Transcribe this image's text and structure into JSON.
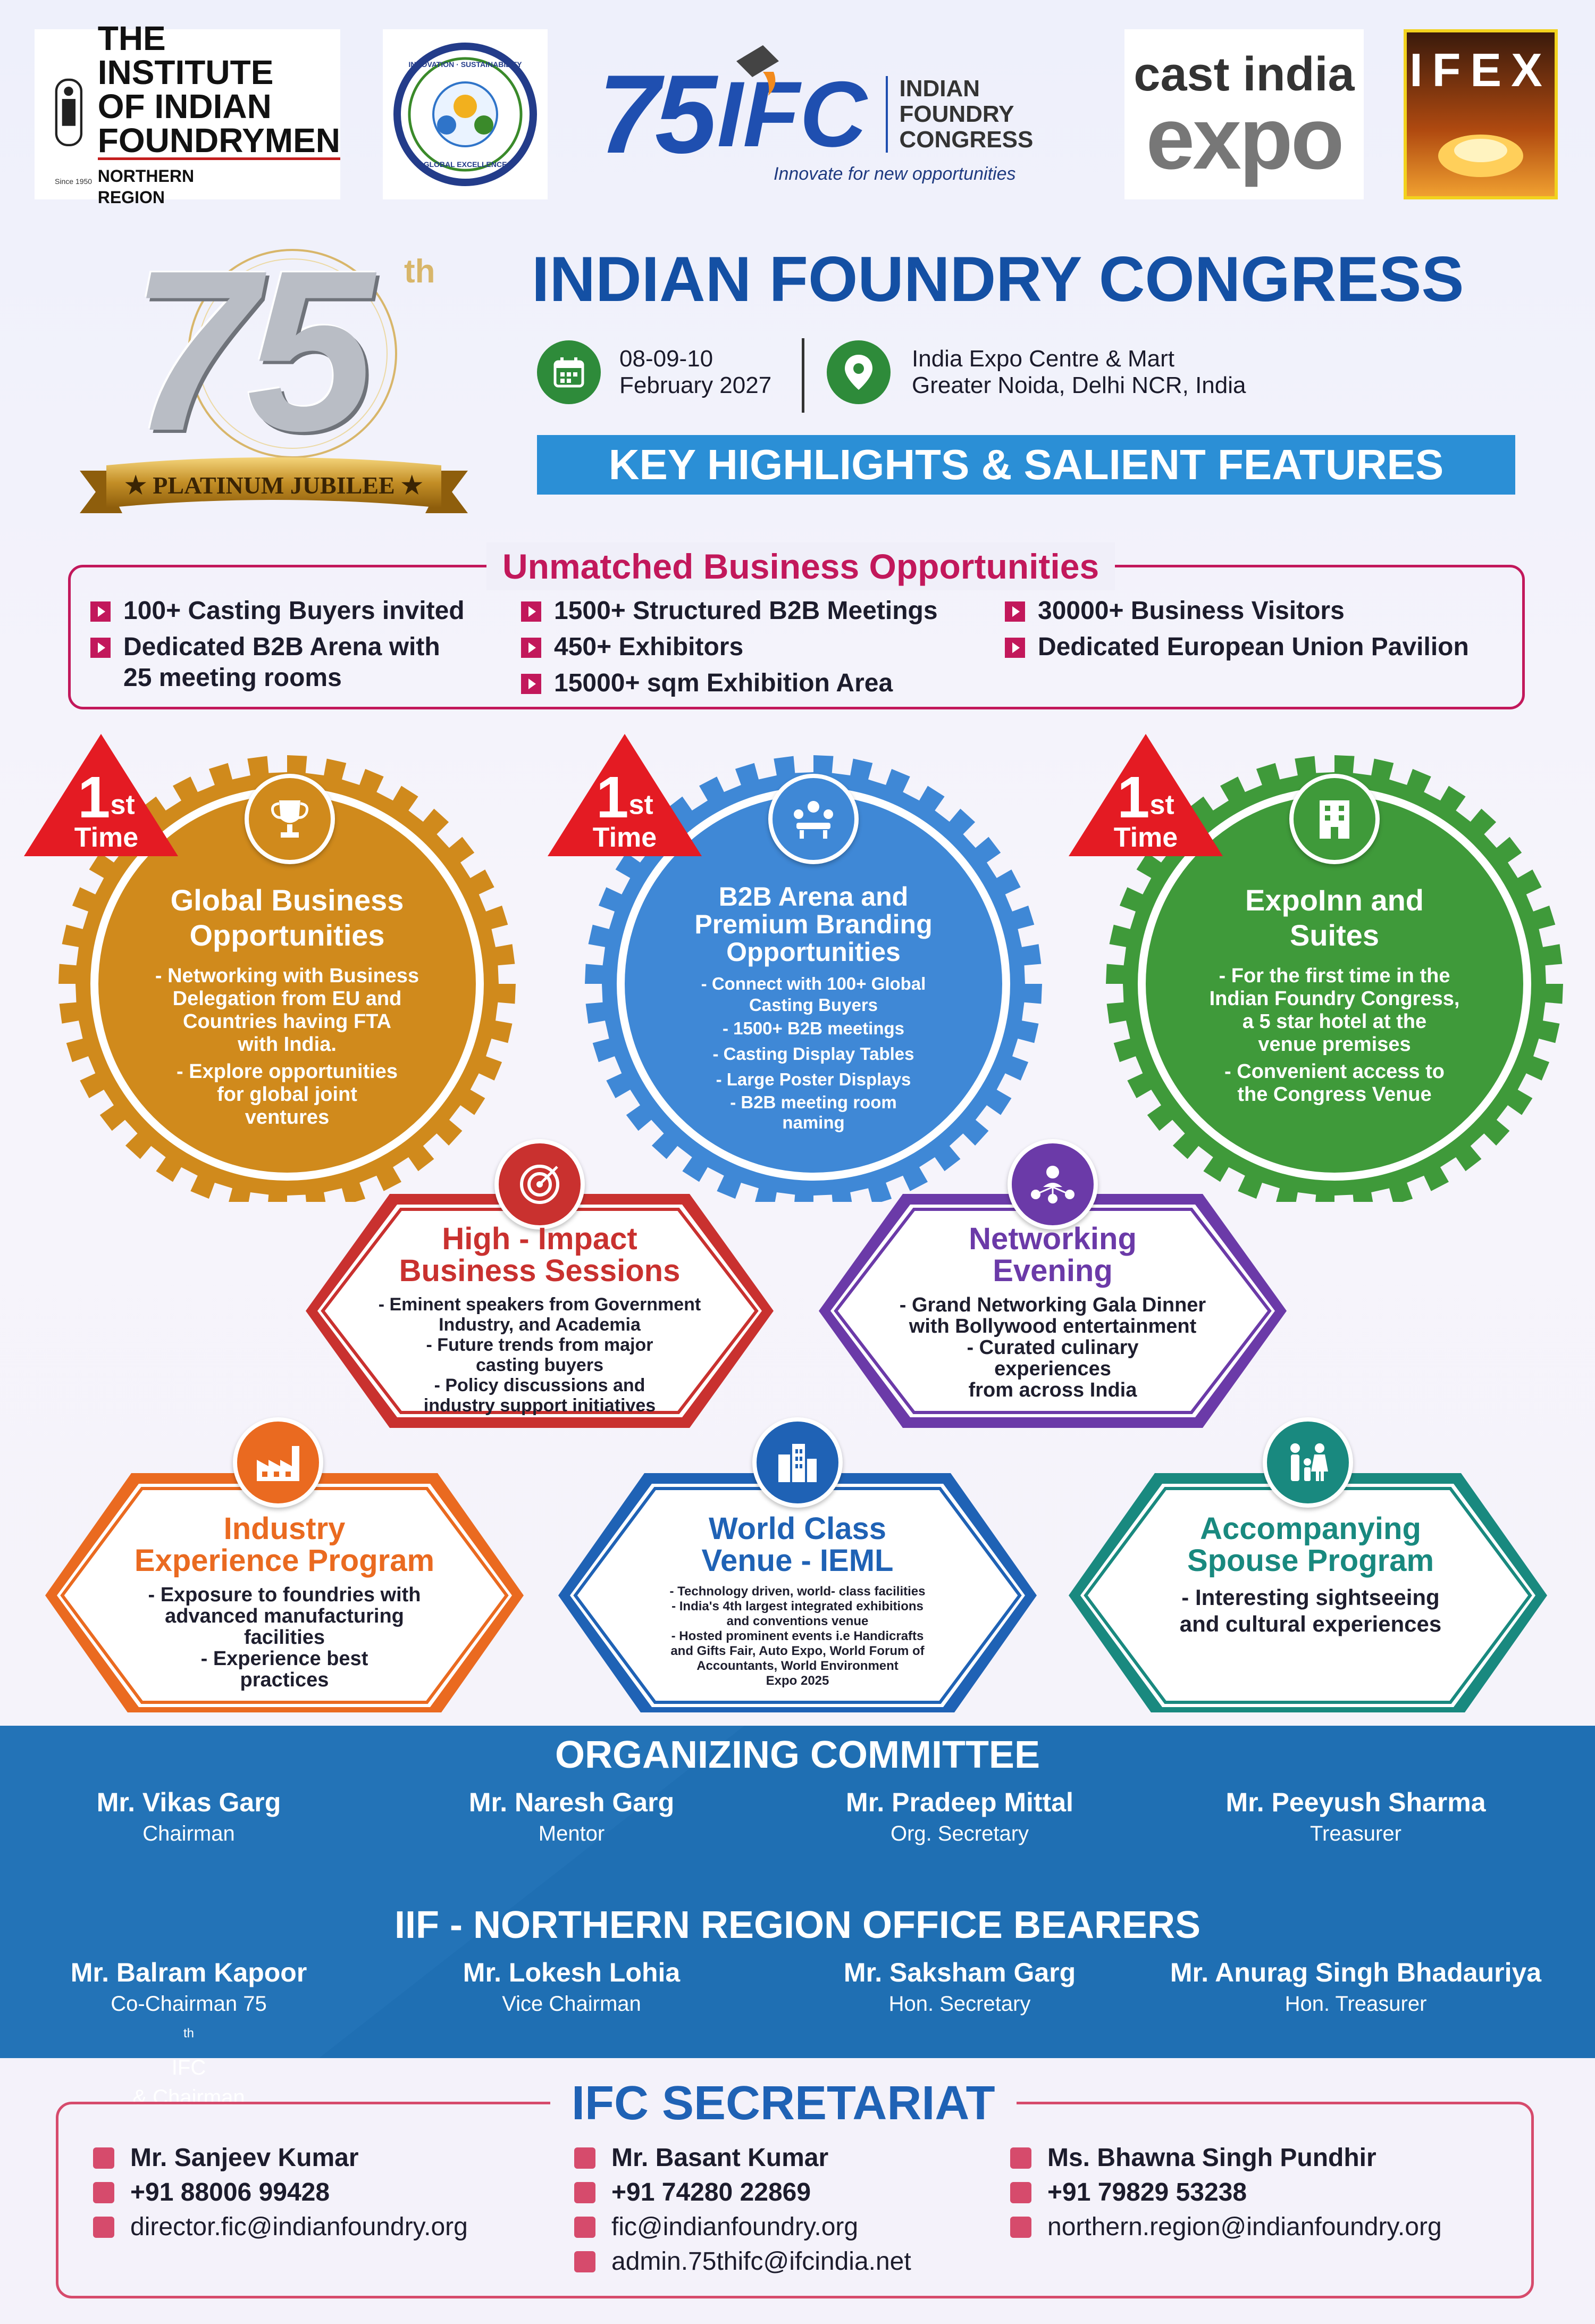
{
  "logos": {
    "iif_line1": "THE INSTITUTE",
    "iif_line2": "OF INDIAN",
    "iif_line3": "FOUNDRYMEN",
    "iif_region": "NORTHERN REGION",
    "iif_since": "Since 1950",
    "badge_top": "INNOVATION · SUSTAINABILITY",
    "badge_bottom": "GLOBAL EXCELLENCE",
    "ifc_num": "75",
    "ifc_abbr": "IFC",
    "ifc_name_l1": "INDIAN",
    "ifc_name_l2": "FOUNDRY",
    "ifc_name_l3": "CONGRESS",
    "ifc_tagline": "Innovate for new opportunities",
    "cast_line1": "cast india",
    "cast_line2": "expo",
    "ifex": "IFEX"
  },
  "jubilee": {
    "number": "75",
    "suffix": "th",
    "ribbon": "★ PLATINUM JUBILEE ★"
  },
  "event": {
    "title": "INDIAN FOUNDRY CONGRESS",
    "date_l1": "08-09-10",
    "date_l2": "February 2027",
    "venue_l1": "India Expo Centre & Mart",
    "venue_l2": "Greater Noida, Delhi NCR, India",
    "banner": "KEY HIGHLIGHTS & SALIENT FEATURES"
  },
  "opportunities": {
    "title": "Unmatched Business Opportunities",
    "col1": [
      "100+ Casting Buyers invited",
      "Dedicated B2B Arena with",
      "25 meeting rooms"
    ],
    "col2": [
      "1500+ Structured B2B Meetings",
      "450+ Exhibitors",
      "15000+ sqm Exhibition Area"
    ],
    "col3": [
      "30000+ Business Visitors",
      "Dedicated European Union Pavilion"
    ]
  },
  "first_time": {
    "num": "1",
    "sup": "st",
    "word": "Time"
  },
  "gears": [
    {
      "title_l1": "Global Business",
      "title_l2": "Opportunities",
      "lines": [
        "- Networking with Business",
        "Delegation from EU and",
        "Countries having FTA",
        "with India.",
        "- Explore opportunities",
        "for global joint",
        "ventures"
      ],
      "color": "#d08a1c"
    },
    {
      "title_l1": "B2B Arena and",
      "title_l2": "Premium Branding",
      "title_l3": "Opportunities",
      "lines": [
        "- Connect with 100+ Global",
        "Casting Buyers",
        "- 1500+ B2B meetings",
        "- Casting Display Tables",
        "- Large Poster Displays",
        "- B2B meeting room",
        "naming"
      ],
      "color": "#3f88d6"
    },
    {
      "title_l1": "ExpoInn and",
      "title_l2": "Suites",
      "lines": [
        "- For the first time in the",
        "Indian Foundry Congress,",
        "a 5 star hotel at the",
        "venue premises",
        "- Convenient access to",
        "the Congress Venue"
      ],
      "color": "#3f9a3a"
    }
  ],
  "hexes": [
    {
      "title_l1": "High - Impact",
      "title_l2": "Business Sessions",
      "lines": [
        "- Eminent speakers from Government",
        "Industry, and Academia",
        "- Future trends from major",
        "casting buyers",
        "- Policy discussions and",
        "industry support initiatives"
      ],
      "color": "#c9312f"
    },
    {
      "title_l1": "Networking",
      "title_l2": "Evening",
      "lines": [
        "- Grand Networking Gala Dinner",
        "with Bollywood entertainment",
        "- Curated culinary",
        "experiences",
        "from across India"
      ],
      "color": "#6b3aa8"
    },
    {
      "title_l1": "Industry",
      "title_l2": "Experience Program",
      "lines": [
        "- Exposure to foundries with",
        "advanced manufacturing",
        "facilities",
        "- Experience best",
        "practices"
      ],
      "color": "#ea6a20"
    },
    {
      "title_l1": "World Class",
      "title_l2": "Venue - IEML",
      "lines": [
        "- Technology driven, world- class facilities",
        "- India's 4th largest integrated exhibitions",
        "and conventions venue",
        "- Hosted prominent events i.e Handicrafts",
        "and Gifts Fair, Auto Expo, World Forum of",
        "Accountants, World Environment",
        "Expo 2025"
      ],
      "color": "#1f62b5"
    },
    {
      "title_l1": "Accompanying",
      "title_l2": "Spouse Program",
      "lines": [
        "- Interesting sightseeing",
        "and cultural experiences"
      ],
      "color": "#19897f"
    }
  ],
  "committee": {
    "title": "ORGANIZING COMMITTEE",
    "members": [
      {
        "name": "Mr. Vikas Garg",
        "role": "Chairman"
      },
      {
        "name": "Mr. Naresh Garg",
        "role": "Mentor"
      },
      {
        "name": "Mr. Pradeep Mittal",
        "role": "Org. Secretary"
      },
      {
        "name": "Mr. Peeyush Sharma",
        "role": "Treasurer"
      }
    ]
  },
  "bearers": {
    "title": "IIF - NORTHERN REGION OFFICE BEARERS",
    "members": [
      {
        "name": "Mr. Balram Kapoor",
        "role_a": "Co-Chairman 75",
        "role_sup": "th",
        "role_b": " IFC",
        "role_l2": "& Chairman"
      },
      {
        "name": "Mr. Lokesh Lohia",
        "role": "Vice Chairman"
      },
      {
        "name": "Mr. Saksham Garg",
        "role": "Hon. Secretary"
      },
      {
        "name": "Mr. Anurag Singh Bhadauriya",
        "role": "Hon. Treasurer"
      }
    ]
  },
  "secretariat": {
    "title": "IFC SECRETARIAT",
    "contacts": [
      {
        "name": "Mr. Sanjeev Kumar",
        "phone": "+91 88006 99428",
        "email": "director.fic@indianfoundry.org"
      },
      {
        "name": "Mr. Basant Kumar",
        "phone": "+91 74280 22869",
        "email": "fic@indianfoundry.org",
        "email2": "admin.75thifc@ifcindia.net"
      },
      {
        "name": "Ms. Bhawna Singh Pundhir",
        "phone": "+91 79829 53238",
        "email": "northern.region@indianfoundry.org"
      }
    ]
  }
}
